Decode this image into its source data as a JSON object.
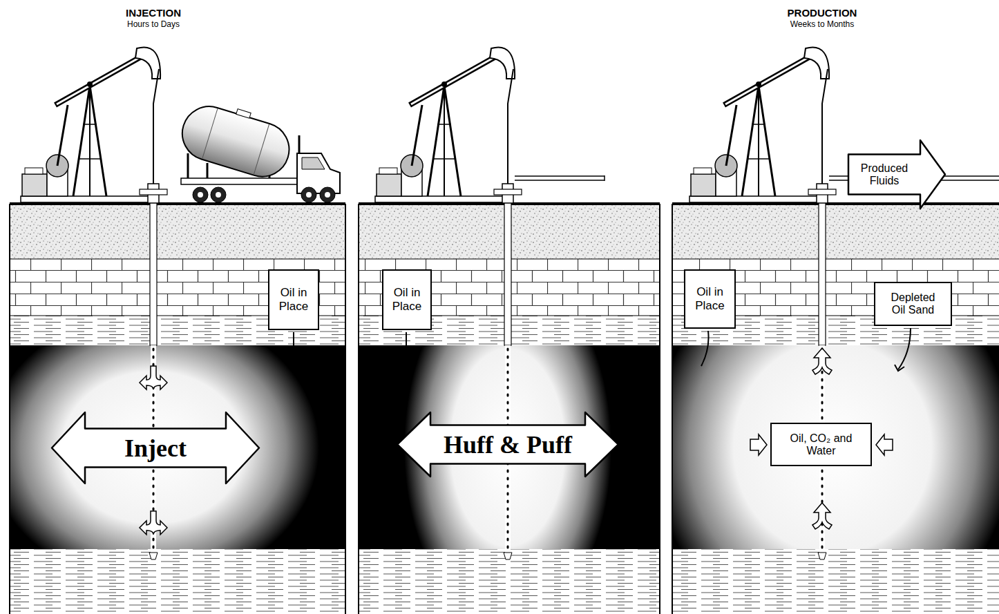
{
  "diagram": {
    "nodes": [
      {
        "text": [
          "Oil in Place"
        ]
      },
      {
        "text": [
          "Inject"
        ]
      },
      {
        "text": [
          "Oil in Place"
        ]
      },
      {
        "text": [
          "Huff & Puff"
        ]
      },
      {
        "text": [
          "Produced Fluids"
        ]
      },
      {
        "text": [
          "Oil in Place"
        ]
      },
      {
        "text": [
          "Depleted Oil Sand"
        ]
      },
      {
        "text": [
          "Oil, CO₂ and Water"
        ]
      }
    ],
    "labels": [
      "INJECTION",
      "Hours to Days",
      "PRODUCTION",
      "Weeks to Months"
    ]
  }
}
